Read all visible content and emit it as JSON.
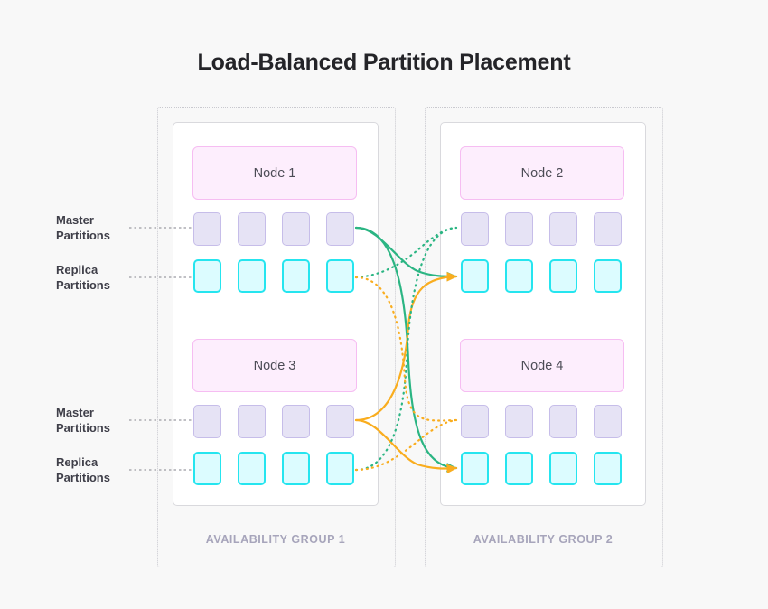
{
  "page": {
    "title": "Load-Balanced Partition Placement",
    "background_color": "#f8f8f8"
  },
  "groups": [
    {
      "id": "ag1",
      "label": "AVAILABILITY GROUP 1"
    },
    {
      "id": "ag2",
      "label": "AVAILABILITY GROUP 2"
    }
  ],
  "nodes": [
    {
      "id": "node-1",
      "label": "Node 1",
      "group": "ag1",
      "master_partitions": 4,
      "replica_partitions": 4
    },
    {
      "id": "node-2",
      "label": "Node 2",
      "group": "ag2",
      "master_partitions": 4,
      "replica_partitions": 4
    },
    {
      "id": "node-3",
      "label": "Node 3",
      "group": "ag1",
      "master_partitions": 4,
      "replica_partitions": 4
    },
    {
      "id": "node-4",
      "label": "Node 4",
      "group": "ag2",
      "master_partitions": 4,
      "replica_partitions": 4
    }
  ],
  "annotations": {
    "master_top": "Master\nPartitions",
    "master_top_line1": "Master",
    "master_top_line2": "Partitions",
    "replica_top_line1": "Replica",
    "replica_top_line2": "Partitions",
    "master_bottom_line1": "Master",
    "master_bottom_line2": "Partitions",
    "replica_bottom_line1": "Replica",
    "replica_bottom_line2": "Partitions"
  },
  "colors": {
    "background": "#f8f8f8",
    "title_text": "#242428",
    "group_label": "#a7a5bb",
    "group_frame": "#c9c9cf",
    "panel_bg": "#ffffff",
    "panel_border": "#d9d9dd",
    "node_fill": "#fdeefd",
    "node_border": "#f6bdf2",
    "node_text": "#4b4b55",
    "master_fill": "#e6e3f5",
    "master_border": "#c6bde9",
    "replica_fill": "#dcfcff",
    "replica_border": "#25e5ef",
    "flow_green": "#2bb583",
    "flow_orange": "#f9ad1f",
    "leader_line": "#9a9aa2"
  },
  "flows": [
    {
      "id": "flow-green-solid-top",
      "color": "#2bb583",
      "style": "solid",
      "from": "node-1 master",
      "to": "node-4 replica"
    },
    {
      "id": "flow-green-dotted-top",
      "color": "#2bb583",
      "style": "dotted",
      "from": "node-3 replica",
      "to": "node-2 master"
    },
    {
      "id": "flow-green-solid-mid",
      "color": "#2bb583",
      "style": "solid",
      "from": "node-1 master",
      "to": "node-2 replica"
    },
    {
      "id": "flow-green-dotted-mid",
      "color": "#2bb583",
      "style": "dotted",
      "from": "node-1 replica",
      "to": "node-4 area"
    },
    {
      "id": "flow-orange-solid-top",
      "color": "#f9ad1f",
      "style": "solid",
      "from": "node-3 master",
      "to": "node-2 replica"
    },
    {
      "id": "flow-orange-dotted-top",
      "color": "#f9ad1f",
      "style": "dotted",
      "from": "node-1 replica",
      "to": "node-4 area"
    },
    {
      "id": "flow-orange-solid-bottom",
      "color": "#f9ad1f",
      "style": "solid",
      "from": "node-3 master",
      "to": "node-4 replica"
    },
    {
      "id": "flow-orange-dotted-bottom",
      "color": "#f9ad1f",
      "style": "dotted",
      "from": "node-3 replica",
      "to": "node-4 master"
    }
  ]
}
